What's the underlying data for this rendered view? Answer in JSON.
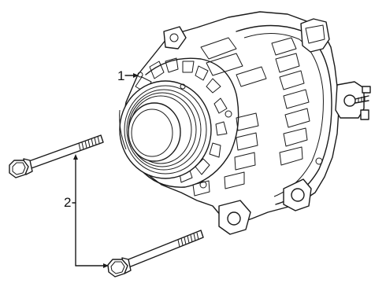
{
  "callouts": {
    "part_1": "1",
    "part_2": "2"
  },
  "parts": [
    {
      "number": "1",
      "icon": "alternator-icon"
    },
    {
      "number": "2",
      "icon": "bolt-icon"
    }
  ]
}
